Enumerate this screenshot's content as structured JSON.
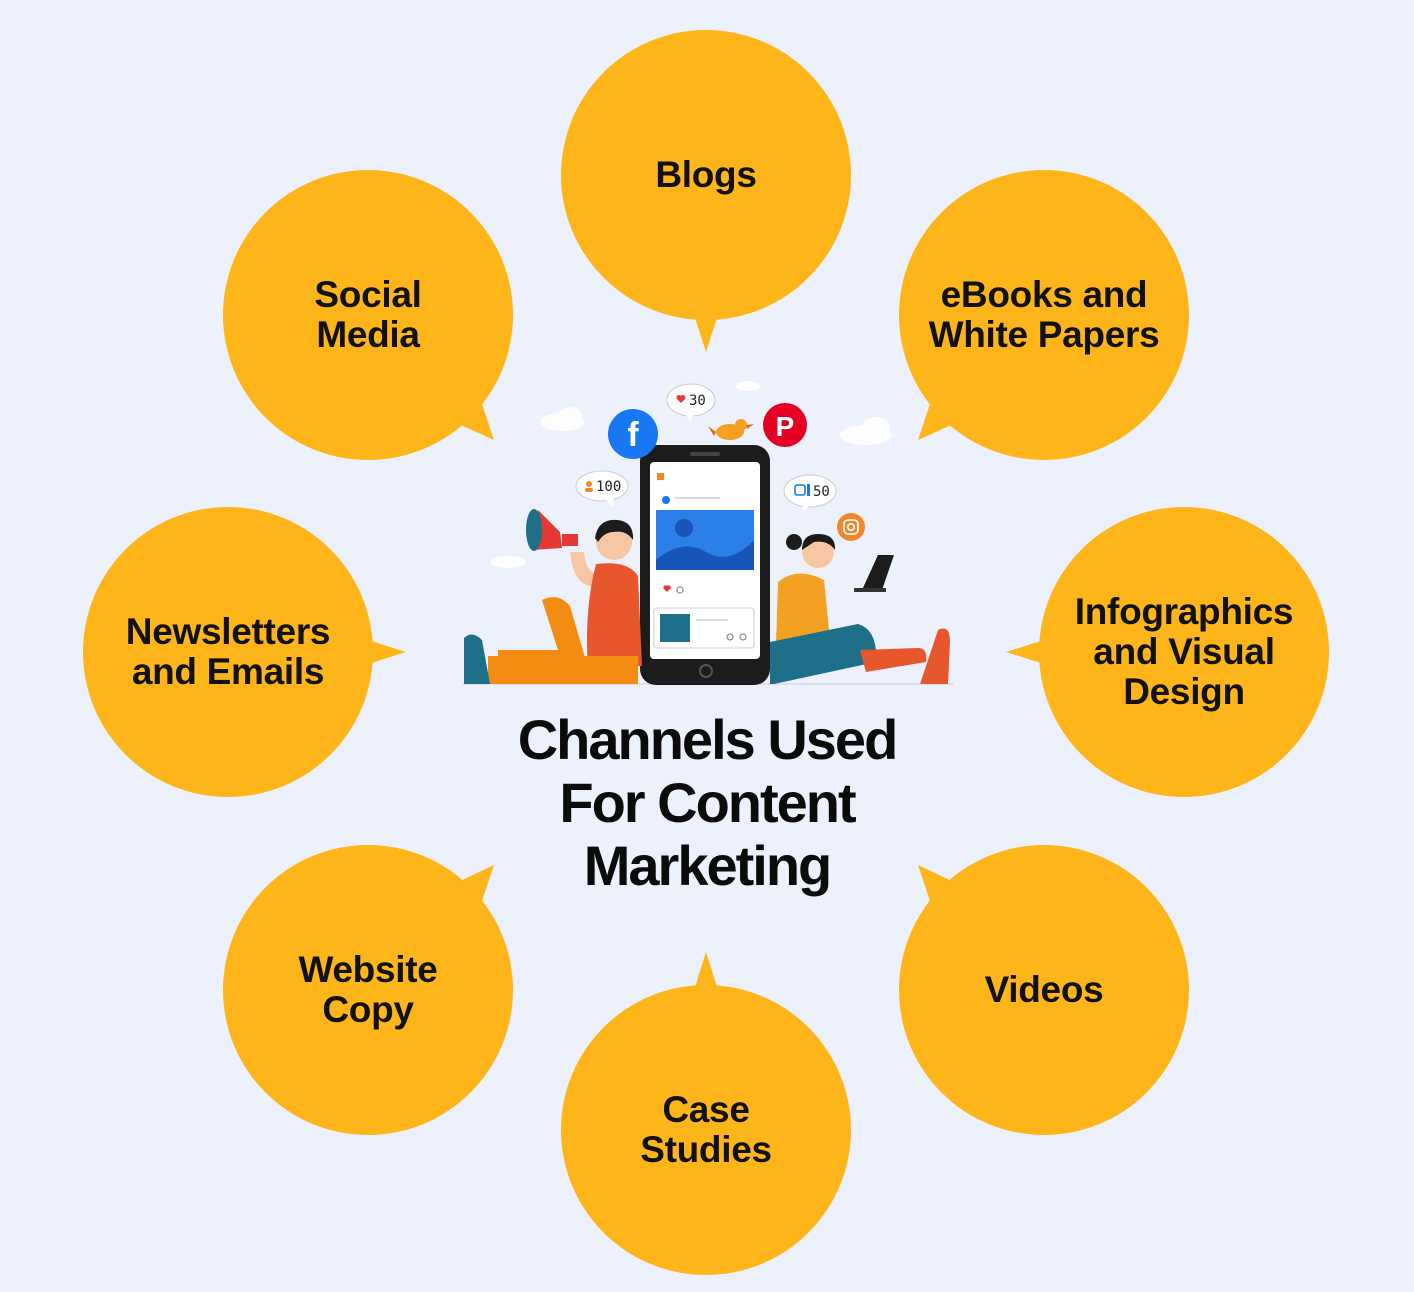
{
  "title": {
    "line1": "Channels Used",
    "line2": "For Content",
    "line3": "Marketing"
  },
  "channels": [
    {
      "lines": [
        "Blogs"
      ]
    },
    {
      "lines": [
        "eBooks and",
        "White Papers"
      ]
    },
    {
      "lines": [
        "Infographics",
        "and Visual",
        "Design"
      ]
    },
    {
      "lines": [
        "Videos"
      ]
    },
    {
      "lines": [
        "Case",
        "Studies"
      ]
    },
    {
      "lines": [
        "Website",
        "Copy"
      ]
    },
    {
      "lines": [
        "Newsletters",
        "and Emails"
      ]
    },
    {
      "lines": [
        "Social",
        "Media"
      ]
    }
  ],
  "illustration": {
    "badges": {
      "likes": "30",
      "followers": "100",
      "thumbs": "50"
    },
    "icons": [
      "facebook-icon",
      "pinterest-icon",
      "instagram-icon",
      "megaphone-icon",
      "laptop-icon",
      "bird-icon"
    ]
  },
  "colors": {
    "background": "#EDF1FC",
    "bubble": "#FDB51A",
    "text": "#111111",
    "facebook": "#1877F2",
    "pinterest": "#E60023",
    "instagram": "#F58529"
  }
}
